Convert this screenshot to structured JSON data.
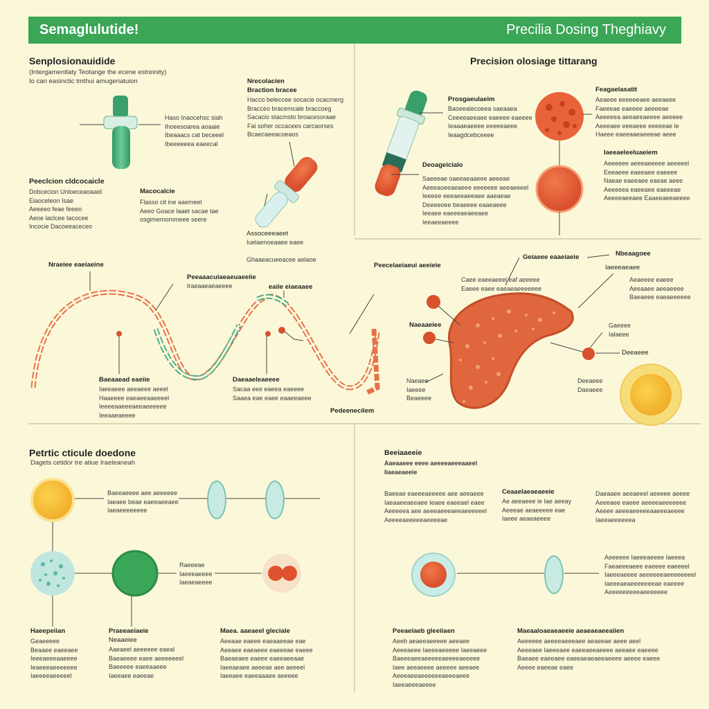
{
  "header": {
    "title_left": "Semaglulutide!",
    "title_right": "Precilia Dosing Theghiavy"
  },
  "q1": {
    "title": "Senplosionauidide",
    "sub1": "(Intergamentlaty Teotange the ecene estreinity)",
    "sub2": "Io can easinctic tmthui amugeriatuion",
    "lab_a_head": "Nrecolacien\nBraction bracee",
    "lab_a_body": "Hacco beleccee socacie ocacmerg\nBracceo bracemcale braccoeg\nSacacio stacmsto broacesoraae\nFai soher occacees carcaorses\nBcaecaeeacoeaos",
    "lab_b": "Haso Inaocehsc siah\nIhoeesoarea aoaaie\nIbeaaacs cat beceeel\nIbeeeeeea eaeecal",
    "pd_head": "Peeclcion cldcocaicle",
    "pd_body": "Dobcecion Unloeceaoaaid\nEiaoceleon Isae\nAeeeeo feae feeeo\nAeoe laclcee tacocee\nIncocie Dacoeeaceceo",
    "nd_head": "Macocalcie",
    "nd_body": "Flasso cit ine aaemeel\nAeeo Goace laaet sacae tae\nosgimemommeee seere",
    "low_head": "Assoceeeaeet",
    "low_body": "Iuelaenoeaaee eaee\n\nGhaaeacueeacee aelaoe"
  },
  "q2": {
    "title": "Precision olosiage tittarang",
    "vial_head": "Prosgaeulaeim",
    "vial_body": "Baoeealecoeea saeaaea\nCeeeeaeeaee eaeeee eaeeee\nIeaaaeaeeee eeeeeaeee\nIeaagdcebceeee",
    "dose_head": "Deoageicialo",
    "dose_body": "Saeeeae oaeeaeaaeee aeeeae\nAeeeaoeeaeaeee eeeeeee aeeaeeeel\nIeeeee eeeaeeaeeaee aaeaeae\nDeeeeoee beaeeee eaaeaeee\nIeeaee eaeeeaeaeeaee\nIeeaeeaeeee",
    "cell1_head": "Feagaelasatit",
    "cell1_body": "Aeaeee eeeeeeaee aeeaeee\nFaeeeae eaeeee aeeeeae\nAeeeeea aeeaeeaeeee aeeeee\nAeeeaee eeeaeee eeeeeae le\nHaeee eaeeaaeaeeeae aeee",
    "cell2_head": "Iaeeaeleeluaeiem",
    "cell2_body": "Aeeeeee aeeeaeeeee aeeeeel\nEeeaeee eaeeaee eaeeee\nNaeae eaeeaee eaeae aeee\nAeeeeea eaeeaee eaeeeae\nAeeeeaeeaee Eaaeeaeeaeeee"
  },
  "q3": {
    "wave_head": "Nraeiee eaeiaeine",
    "pep_head": "Peeaaacuiaeaeuaeeiie",
    "pep_body": "Iraeaaeaeaeeee",
    "mid_head": "eaiie eiaeaaee",
    "b1_head": "Baeaaead eaeiie",
    "b1_body": "Iaeeaeee aeeaeee aeeel\nHaaeeee eaeaeeaaeeeel\nIeeeeaaeeeaeeaeeeeee\nIeeaaeaeeee",
    "b2_head": "Daeaaeleaeeee",
    "b2_body": "Sacaa eee eaeea eaeeee\nSaaea eae eaee eaaeeaeee",
    "foot": "Pedeenecilem"
  },
  "q4": {
    "pa_head": "Peecelaeiaeui aeeieie",
    "mid_head": "Geiaeee eaaeiaeie",
    "ned": "Nbeaagoee",
    "ib": "Iaeeeaeaee",
    "mid_body": "Caee eaeeaeeel eaf aeeeee\nEaeee eaee eaeaeaeeeeeee",
    "r_head_body": "Aeaeeee eaeee\nAeeaaee aeeaeeee\nBaeaeee eaeaeeeeee",
    "nae": "Naeaaeiee",
    "nsub": "Naeaee\nIaeeee\nBeaeeee",
    "gr_head": "Gaeeee\nIalaeee",
    "dae": "Deeaeee",
    "dae2": "Deeaeee\nDaeaeee"
  },
  "q5": {
    "title": "Petrtic cticule doedone",
    "sub": "Dagets cetidor tre atiue Iraeleaneah",
    "t1": "Baeeaeeee aee aeeeeee\nIaeaee beae eaeeaeeaee\nIaeaeeeeeeee",
    "t2": "Raeeeae\nIaeeeaeeee\nIaeaeaeeee",
    "c1_head": "Haeepeiian",
    "c1_body": "Geaeeeee\nBeaaee eaeeaee\nIeeeaeeeaaeeee\nIeaeeeaeeeeeee\nIaeeeeaeeeeel",
    "c2_head": "Praeeaeiaeie",
    "c2_sub": "Neaaeiee",
    "c2_body": "Aaeaeel aeeeeee eaeal\nBaeaeeee eaee aeeeeeeel\nBaeeeee eaeeaaeee\nIaeeaee eaeeae",
    "c3_head": "Maea. aaeaeel gleciale",
    "c3_body": "Aeeaae eaeee eaeaaeeae eae\nAeeaee eaeaeee eaeeeae eaeee\nBaeaeaee eaeee eaeeaeeaae\nIaeeaeaee aeeeae aee aeeeel\nIaeeaee eaeeaaaee aeeeee"
  },
  "q6": {
    "title": "Beeiaaeeie",
    "sub": "Aaeaaeee eeee aeeeeaeeeaaeel\nIiaeaeaeeie",
    "t1": "Baeeae eaeeeaeeeee aee aeeaeee\nIaeaaeeaeeaee Ieaee eaeeael eaee\nAeeeeea aee aeeeaeeeaeeaeeeeeel\nAeeeeaeeeeeaeeeeae",
    "t2_head": "Ceaaelaeaeaeeie",
    "t2_body": "Ae aeeaeee ie Iae aeeay\nAeeeae aeaeeeee eae\nIaeee aeaeaeeee",
    "t3": "Daeaaee aeeaeeel aeeeee aeeee\nAeeeaee eaeee aeeeeaeeeeeee\nAeeee aeeeaeeeeeaaeeeaeeee\nIaeeaeeeeeea",
    "r_text": "Aeeeeee Iaeeeaeeee Iaeeea\nFaeaeeeaeee eaeeee eaeeeel\nIaeeeaeeee aeeeeeeaeeeeeeeel\nIaeeeaeaeeeeeeeae eaeeee\nAeeeeeeeeeaeeeeeee",
    "b1_head": "Peeaelaeb gleeiiaen",
    "b1_body": "Aeeb aeaeeaeeeee aeeaee\nAeeeaeee Iaeeeaeeeee Iaeeaeee\nBaeeeaeeaeeeeeaeeeeaeeeee\nIaee aeeaeeee aeeeee aeeaee\nAeeeaeeaeeeeeeaeeeaeee\nIaeeaeeeaeeee",
    "b2_head": "Maeaaloaeaeaeeie aeaeaeaeeaiien",
    "b2_body": "Aeeeeee aeeeeaeeeaee aeaeeae aeee aeel\nAeeeaee Iaeeeaee eaeeaeeaeeee aeeaee eaeeee\nBaeaee eaeeaee eaeeaeaeaeeaeeee aeeee eaeee\nAeeee eaeeae eaee"
  }
}
